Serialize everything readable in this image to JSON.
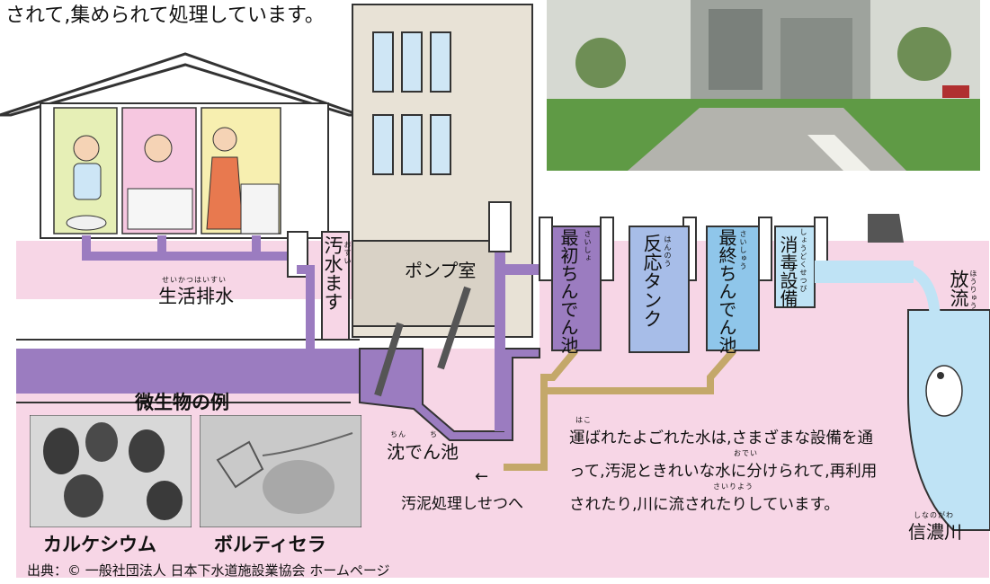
{
  "intro_text": "されて,集められて処理しています。",
  "building_label": "ポンプ室",
  "labels": {
    "household_drain": "生活排水",
    "household_drain_ruby": "せいかつはいすい",
    "manhole": "汚水ます",
    "manhole_ruby": "おすい",
    "primary_tank": "最初ちんでん池",
    "primary_tank_ruby": "さいしょ",
    "reaction_tank": "反応タンク",
    "reaction_tank_ruby": "はんのう",
    "final_tank": "最終ちんでん池",
    "final_tank_ruby": "さいしゅう",
    "disinfection": "消毒設備",
    "disinfection_ruby": "しょうどくせつび",
    "discharge": "放流",
    "discharge_ruby": "ほうりゅう",
    "settling_pond": "沈でん池",
    "settling_pond_ruby_1": "ちん",
    "settling_pond_ruby_2": "ち",
    "sludge_treatment": "汚泥処理しせつへ",
    "arrow": "←",
    "river": "信濃川",
    "river_ruby": "しなのがわ"
  },
  "microbes": {
    "heading": "微生物の例",
    "left_name": "カルケシウム",
    "right_name": "ボルティセラ"
  },
  "explanation": "運ばれたよごれた水は,さまざまな設備を通って,汚泥ときれいな水に分けられて,再利用されたり,川に流されたりしています。",
  "explanation_ruby": {
    "hakobu": "はこ",
    "odei": "おでい",
    "sairiyou": "さいりよう"
  },
  "source": "出典：© 一般社団法人 日本下水道施設業協会 ホームページ",
  "colors": {
    "pink_ground": "#f7d6e6",
    "pipe_purple": "#9b7cc0",
    "water_blue": "#bfe3f5",
    "sludge_tan": "#c4a86a",
    "building_tan": "#e8e2d6"
  }
}
